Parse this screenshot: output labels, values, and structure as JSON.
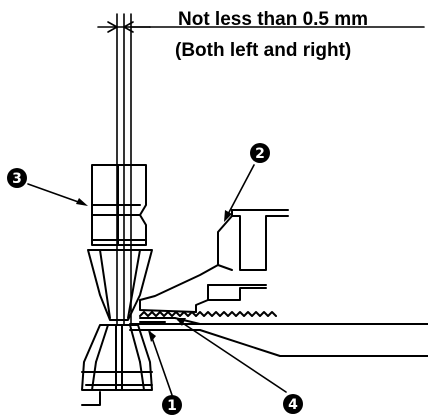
{
  "dimension": {
    "line1": "Not less than 0.5 mm",
    "line2": "(Both left and right)"
  },
  "callouts": [
    {
      "label": "1"
    },
    {
      "label": "2"
    },
    {
      "label": "3"
    },
    {
      "label": "4"
    }
  ]
}
